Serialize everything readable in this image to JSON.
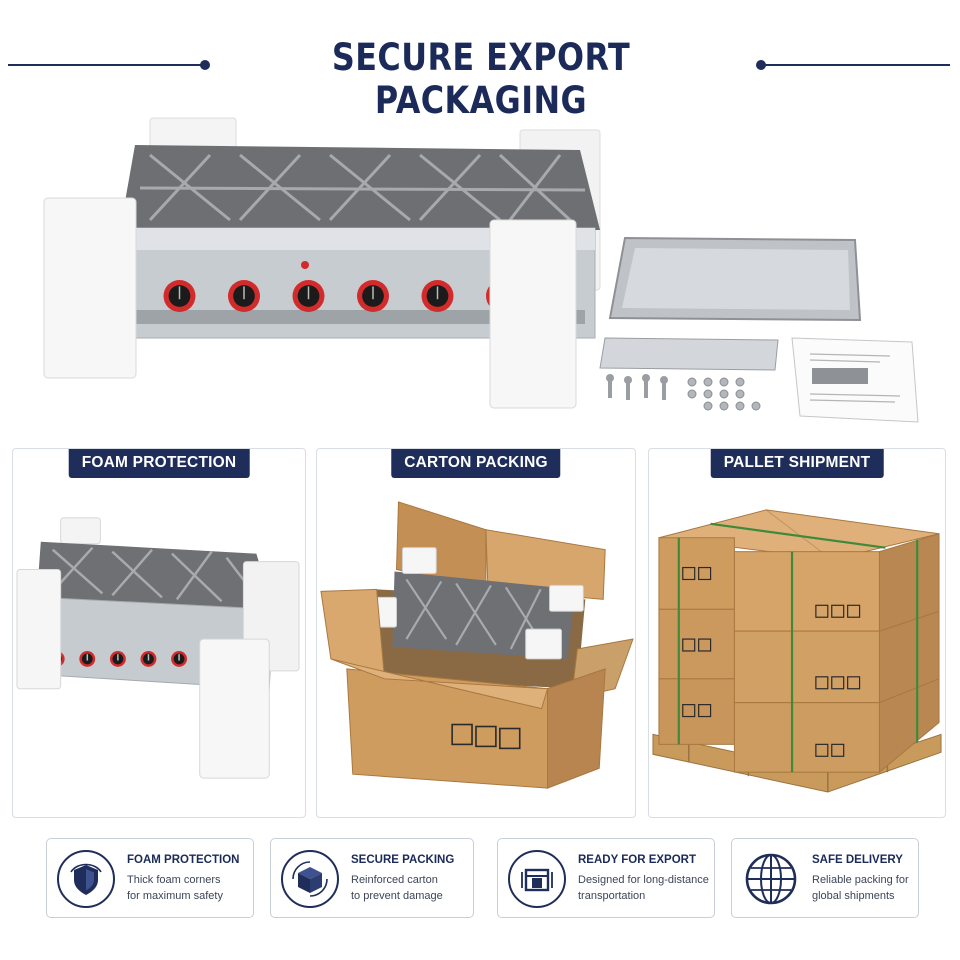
{
  "page": {
    "title": "SECURE EXPORT PACKAGING"
  },
  "colors": {
    "navy": "#1e2d5a",
    "carton": "#c8995f",
    "foam": "#f5f5f5",
    "steel": "#cfd3d8",
    "knob_ring": "#d12b2b",
    "pallet": "#c89a5c"
  },
  "hero": {
    "knob_count": 7,
    "accessories": [
      "drip-tray",
      "steel-bracket",
      "screws-and-bolts",
      "nuts-and-washers",
      "instruction-manual"
    ]
  },
  "panels": [
    {
      "label": "FOAM PROTECTION"
    },
    {
      "label": "CARTON PACKING"
    },
    {
      "label": "PALLET SHIPMENT"
    }
  ],
  "features": [
    {
      "icon": "shield-icon",
      "title": "FOAM PROTECTION",
      "line1": "Thick foam corners",
      "line2": "for maximum safety"
    },
    {
      "icon": "box-icon",
      "title": "SECURE PACKING",
      "line1": "Reinforced carton",
      "line2": "to prevent damage"
    },
    {
      "icon": "export-icon",
      "title": "READY FOR EXPORT",
      "line1": "Designed for long-distance",
      "line2": "transportation"
    },
    {
      "icon": "globe-icon",
      "title": "SAFE DELIVERY",
      "line1": "Reliable packing for",
      "line2": "global shipments"
    }
  ]
}
